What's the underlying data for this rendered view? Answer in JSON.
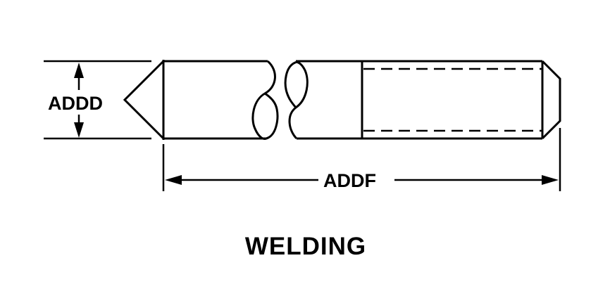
{
  "diagram": {
    "type": "technical-line-drawing",
    "subject": "rod with pointed end and internally threaded end",
    "dimensions": {
      "diameter_label": "ADDD",
      "length_label": "ADDF"
    },
    "caption": "WELDING",
    "colors": {
      "ink": "#000000",
      "background": "#ffffff"
    }
  }
}
